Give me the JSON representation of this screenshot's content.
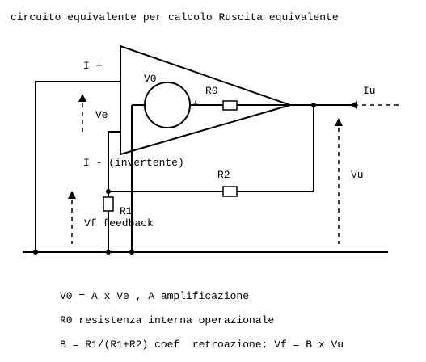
{
  "title": "circuito equivalente per calcolo Ruscita equivalente",
  "labels": {
    "i_plus": "I +",
    "i_minus": "I - (invertente)",
    "v0": "V0",
    "plus_sign": "+",
    "r0": "R0",
    "ve": "Ve",
    "iu": "Iu",
    "vu": "Vu",
    "r2": "R2",
    "r1": "R1",
    "vf": "Vf feedback"
  },
  "notes": [
    "V0 = A x Ve , A amplificazione",
    "R0 resistenza interna operazionale",
    "B = R1/(R1+R2) coef  retroazione; Vf = B x Vu"
  ]
}
